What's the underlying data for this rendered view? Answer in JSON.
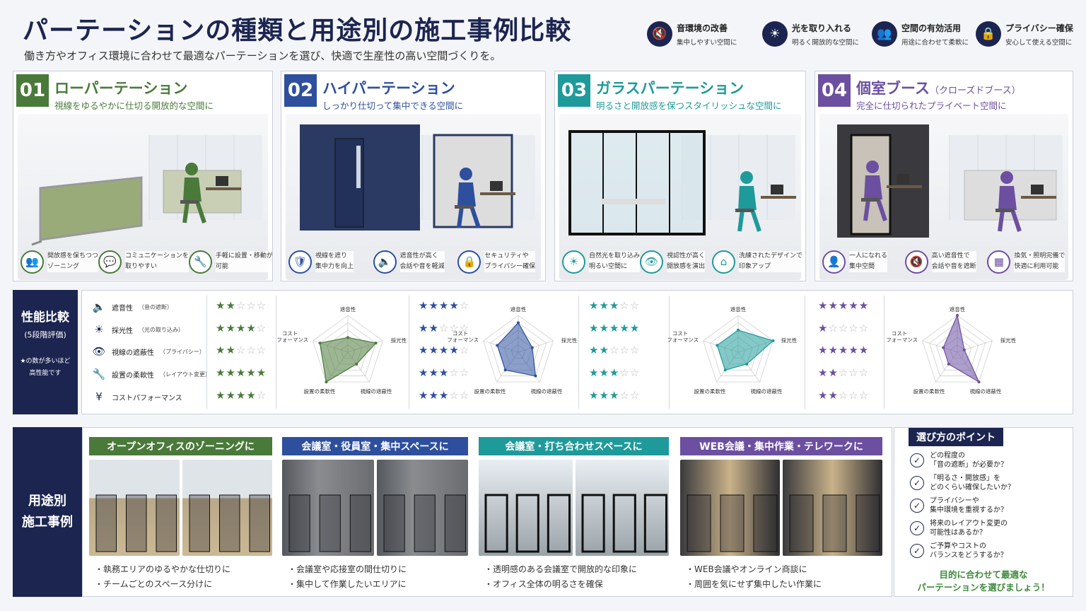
{
  "header": {
    "title": "パーテーションの種類と用途別の施工事例比較",
    "subtitle": "働き方やオフィス環境に合わせて最適なパーテーションを選び、快適で生産性の高い空間づくりを。",
    "benefits": [
      {
        "icon": "speaker-mute-icon",
        "glyph": "🔇",
        "title": "音環境の改善",
        "desc": "集中しやすい空間に"
      },
      {
        "icon": "sun-icon",
        "glyph": "☀",
        "title": "光を取り入れる",
        "desc": "明るく開放的な空間に"
      },
      {
        "icon": "people-icon",
        "glyph": "👥",
        "title": "空間の有効活用",
        "desc": "用途に合わせて柔軟に"
      },
      {
        "icon": "lock-icon",
        "glyph": "🔒",
        "title": "プライバシー確保",
        "desc": "安心して使える空間に"
      }
    ]
  },
  "cards": [
    {
      "num": "01",
      "title": "ローパーテーション",
      "title_small": "",
      "subtitle": "視線をゆるやかに仕切る開放的な空間に",
      "color": "#4a7a3a",
      "panel": "#9aab7a",
      "features": [
        {
          "icon": "people-icon",
          "glyph": "👥",
          "text": "開放感を保ちつつ\nゾーニング"
        },
        {
          "icon": "chat-bubble-icon",
          "glyph": "💬",
          "text": "コミュニケーションを\n取りやすい"
        },
        {
          "icon": "wrench-icon",
          "glyph": "🔧",
          "text": "手軽に設置・移動が\n可能"
        }
      ]
    },
    {
      "num": "02",
      "title": "ハイパーテーション",
      "title_small": "",
      "subtitle": "しっかり仕切って集中できる空間に",
      "color": "#2e4f9e",
      "panel": "#2b3a63",
      "features": [
        {
          "icon": "shield-icon",
          "glyph": "🛡",
          "text": "視線を遮り\n集中力を向上"
        },
        {
          "icon": "speaker-icon",
          "glyph": "🔈",
          "text": "遮音性が高く\n会話や音を軽減"
        },
        {
          "icon": "lock-icon",
          "glyph": "🔒",
          "text": "セキュリティや\nプライバシー確保"
        }
      ]
    },
    {
      "num": "03",
      "title": "ガラスパーテーション",
      "title_small": "",
      "subtitle": "明るさと開放感を保つスタイリッシュな空間に",
      "color": "#1f9a9a",
      "panel": "#cfe3ea",
      "features": [
        {
          "icon": "sun-icon",
          "glyph": "☀",
          "text": "自然光を取り込み\n明るい空間に"
        },
        {
          "icon": "eye-icon",
          "glyph": "👁",
          "text": "視認性が高く\n開放感を演出"
        },
        {
          "icon": "home-icon",
          "glyph": "⌂",
          "text": "洗練されたデザインで\n印象アップ"
        }
      ]
    },
    {
      "num": "04",
      "title": "個室ブース",
      "title_small": "（クローズドブース）",
      "subtitle": "完全に仕切られたプライベート空間に",
      "color": "#6c4fa0",
      "panel": "#3a3a3e",
      "features": [
        {
          "icon": "person-icon",
          "glyph": "👤",
          "text": "一人になれる\n集中空間"
        },
        {
          "icon": "speaker-mute-icon",
          "glyph": "🔇",
          "text": "高い遮音性で\n会話や音を遮断"
        },
        {
          "icon": "ventilation-icon",
          "glyph": "▦",
          "text": "換気・照明完備で\n快適に利用可能"
        }
      ]
    }
  ],
  "performance": {
    "title": "性能比較",
    "subtitle": "(5段階評価)",
    "note": "★の数が多いほど\n高性能です",
    "criteria": [
      {
        "icon": "speaker-icon",
        "glyph": "🔈",
        "label": "遮音性",
        "sub": "（音の遮断）"
      },
      {
        "icon": "sun-icon",
        "glyph": "☀",
        "label": "採光性",
        "sub": "（光の取り込み）"
      },
      {
        "icon": "eye-icon",
        "glyph": "👁",
        "label": "視線の遮蔽性",
        "sub": "（プライバシー）"
      },
      {
        "icon": "wrench-icon",
        "glyph": "🔧",
        "label": "設置の柔軟性",
        "sub": "（レイアウト変更）"
      },
      {
        "icon": "yen-icon",
        "glyph": "¥",
        "label": "コストパフォーマンス",
        "sub": ""
      }
    ],
    "radar_axes": [
      "遮音性",
      "採光性",
      "視線の遮蔽性",
      "設置の柔軟性",
      "コスト\nパフォーマンス"
    ],
    "ratings": [
      [
        2,
        4,
        2,
        5,
        4
      ],
      [
        4,
        2,
        4,
        3,
        3
      ],
      [
        3,
        5,
        2,
        3,
        3
      ],
      [
        5,
        1,
        5,
        2,
        2
      ]
    ]
  },
  "cases": {
    "title": "用途別\n施工事例",
    "items": [
      {
        "header": "オープンオフィスのゾーニングに",
        "color": "#4a7a3a",
        "bullets": [
          "・執務エリアのゆるやかな仕切りに",
          "・チームごとのスペース分けに"
        ]
      },
      {
        "header": "会議室・役員室・集中スペースに",
        "color": "#2e4f9e",
        "bullets": [
          "・会議室や応接室の間仕切りに",
          "・集中して作業したいエリアに"
        ]
      },
      {
        "header": "会議室・打ち合わせスペースに",
        "color": "#1f9a9a",
        "bullets": [
          "・透明感のある会議室で開放的な印象に",
          "・オフィス全体の明るさを確保"
        ]
      },
      {
        "header": "WEB会議・集中作業・テレワークに",
        "color": "#6c4fa0",
        "bullets": [
          "・WEB会議やオンライン商談に",
          "・周囲を気にせず集中したい作業に"
        ]
      }
    ]
  },
  "tips": {
    "title": "選び方のポイント",
    "items": [
      "どの程度の\n「音の遮断」が必要か？",
      "「明るさ・開放感」を\nどのくらい確保したいか？",
      "プライバシーや\n集中環境を重視するか？",
      "将来のレイアウト変更の\n可能性はあるか？",
      "ご予算やコストの\nバランスをどうするか？"
    ],
    "footer": "目的に合わせて最適な\nパーテーションを選びましょう！"
  }
}
